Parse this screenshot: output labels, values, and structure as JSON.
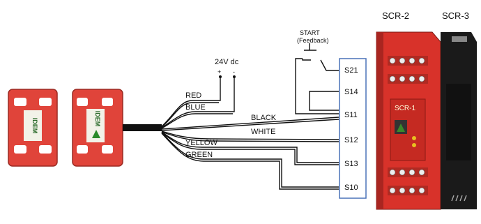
{
  "modules": {
    "scr2": "SCR-2",
    "scr3": "SCR-3",
    "scr1_face": "SCR-1"
  },
  "supply": {
    "label": "24V dc",
    "plus": "+",
    "minus": "-"
  },
  "start": {
    "line1": "START",
    "line2": "(Feedback)"
  },
  "wires": [
    "RED",
    "BLUE",
    "BLACK",
    "WHITE",
    "YELLOW",
    "GREEN"
  ],
  "terminals": [
    "S21",
    "S14",
    "S11",
    "S12",
    "S13",
    "S10"
  ],
  "sensor": {
    "brand": "IDEM"
  },
  "colors": {
    "module_red": "#d8322a",
    "housing_black": "#1a1a1a",
    "terminal_border": "#4a72b8",
    "sensor_red": "#e0443a"
  }
}
